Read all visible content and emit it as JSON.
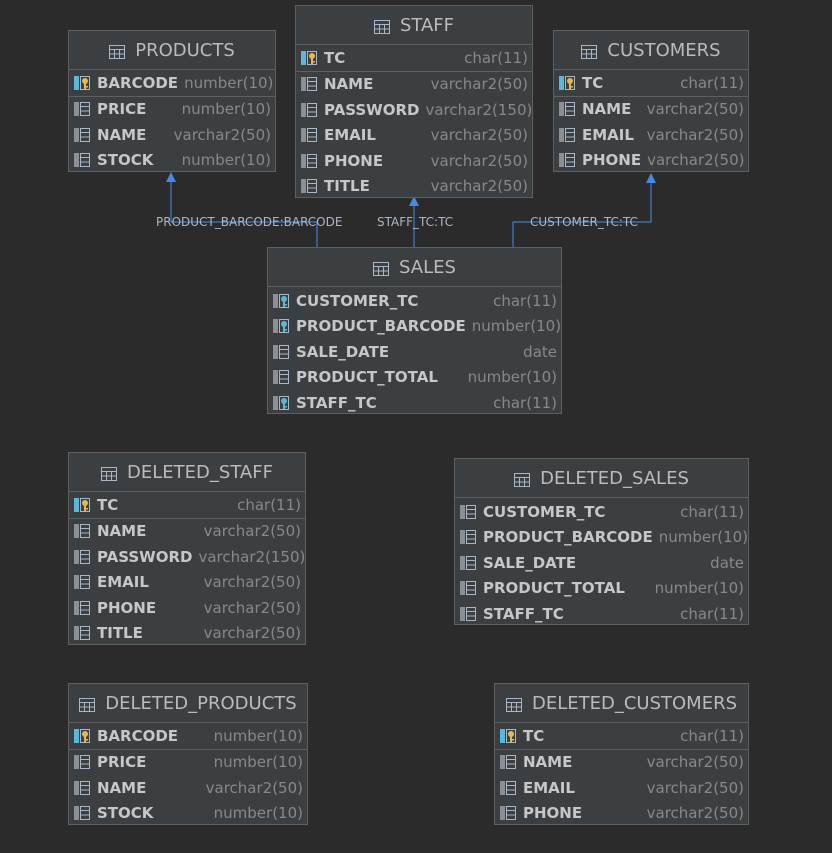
{
  "tables": {
    "products": {
      "name": "PRODUCTS",
      "columns": [
        {
          "name": "BARCODE",
          "type": "number(10)",
          "kind": "pk"
        },
        {
          "name": "PRICE",
          "type": "number(10)",
          "kind": "col"
        },
        {
          "name": "NAME",
          "type": "varchar2(50)",
          "kind": "col"
        },
        {
          "name": "STOCK",
          "type": "number(10)",
          "kind": "col"
        }
      ]
    },
    "staff": {
      "name": "STAFF",
      "columns": [
        {
          "name": "TC",
          "type": "char(11)",
          "kind": "pk"
        },
        {
          "name": "NAME",
          "type": "varchar2(50)",
          "kind": "col"
        },
        {
          "name": "PASSWORD",
          "type": "varchar2(150)",
          "kind": "col"
        },
        {
          "name": "EMAIL",
          "type": "varchar2(50)",
          "kind": "col"
        },
        {
          "name": "PHONE",
          "type": "varchar2(50)",
          "kind": "col"
        },
        {
          "name": "TITLE",
          "type": "varchar2(50)",
          "kind": "col"
        }
      ]
    },
    "customers": {
      "name": "CUSTOMERS",
      "columns": [
        {
          "name": "TC",
          "type": "char(11)",
          "kind": "pk"
        },
        {
          "name": "NAME",
          "type": "varchar2(50)",
          "kind": "col"
        },
        {
          "name": "EMAIL",
          "type": "varchar2(50)",
          "kind": "col"
        },
        {
          "name": "PHONE",
          "type": "varchar2(50)",
          "kind": "col"
        }
      ]
    },
    "sales": {
      "name": "SALES",
      "columns": [
        {
          "name": "CUSTOMER_TC",
          "type": "char(11)",
          "kind": "fk"
        },
        {
          "name": "PRODUCT_BARCODE",
          "type": "number(10)",
          "kind": "fk"
        },
        {
          "name": "SALE_DATE",
          "type": "date",
          "kind": "col"
        },
        {
          "name": "PRODUCT_TOTAL",
          "type": "number(10)",
          "kind": "col"
        },
        {
          "name": "STAFF_TC",
          "type": "char(11)",
          "kind": "fk"
        }
      ]
    },
    "deleted_staff": {
      "name": "DELETED_STAFF",
      "columns": [
        {
          "name": "TC",
          "type": "char(11)",
          "kind": "pk"
        },
        {
          "name": "NAME",
          "type": "varchar2(50)",
          "kind": "col"
        },
        {
          "name": "PASSWORD",
          "type": "varchar2(150)",
          "kind": "col"
        },
        {
          "name": "EMAIL",
          "type": "varchar2(50)",
          "kind": "col"
        },
        {
          "name": "PHONE",
          "type": "varchar2(50)",
          "kind": "col"
        },
        {
          "name": "TITLE",
          "type": "varchar2(50)",
          "kind": "col"
        }
      ]
    },
    "deleted_sales": {
      "name": "DELETED_SALES",
      "columns": [
        {
          "name": "CUSTOMER_TC",
          "type": "char(11)",
          "kind": "col"
        },
        {
          "name": "PRODUCT_BARCODE",
          "type": "number(10)",
          "kind": "col"
        },
        {
          "name": "SALE_DATE",
          "type": "date",
          "kind": "col"
        },
        {
          "name": "PRODUCT_TOTAL",
          "type": "number(10)",
          "kind": "col"
        },
        {
          "name": "STAFF_TC",
          "type": "char(11)",
          "kind": "col"
        }
      ]
    },
    "deleted_products": {
      "name": "DELETED_PRODUCTS",
      "columns": [
        {
          "name": "BARCODE",
          "type": "number(10)",
          "kind": "pk"
        },
        {
          "name": "PRICE",
          "type": "number(10)",
          "kind": "col"
        },
        {
          "name": "NAME",
          "type": "varchar2(50)",
          "kind": "col"
        },
        {
          "name": "STOCK",
          "type": "number(10)",
          "kind": "col"
        }
      ]
    },
    "deleted_customers": {
      "name": "DELETED_CUSTOMERS",
      "columns": [
        {
          "name": "TC",
          "type": "char(11)",
          "kind": "pk"
        },
        {
          "name": "NAME",
          "type": "varchar2(50)",
          "kind": "col"
        },
        {
          "name": "EMAIL",
          "type": "varchar2(50)",
          "kind": "col"
        },
        {
          "name": "PHONE",
          "type": "varchar2(50)",
          "kind": "col"
        }
      ]
    }
  },
  "relations": {
    "product_barcode": "PRODUCT_BARCODE:BARCODE",
    "staff_tc": "STAFF_TC:TC",
    "customer_tc": "CUSTOMER_TC:TC"
  },
  "colors": {
    "background": "#2b2b2b",
    "table": "#3c3f41",
    "border": "#5e6060",
    "link": "#4a88e8",
    "pk_key": "#e8b84a",
    "fk_key": "#5ab8d8"
  },
  "icons": {
    "table": "table-icon",
    "column": "column-icon",
    "primary_key": "primary-key-icon",
    "foreign_key": "foreign-key-icon"
  }
}
